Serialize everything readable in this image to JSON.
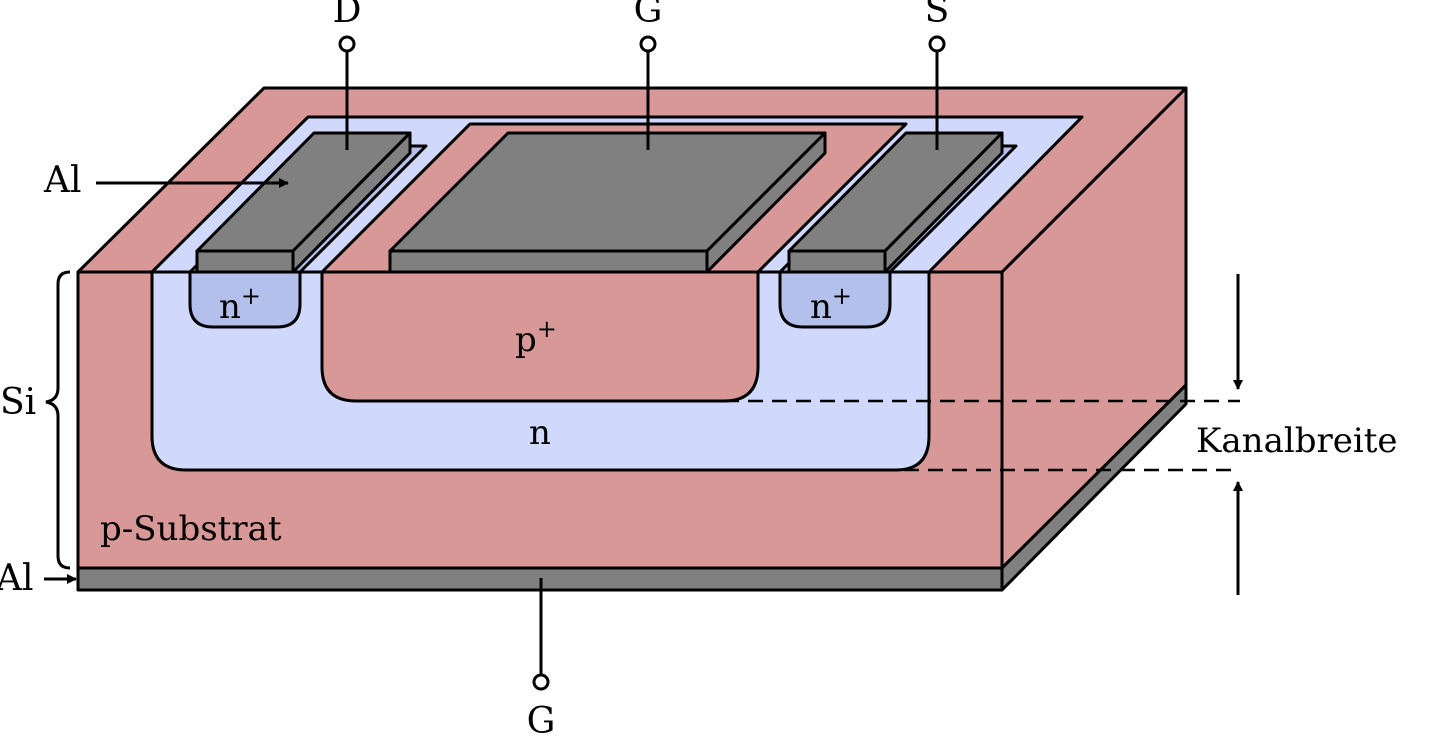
{
  "colors": {
    "substrate": "#d89898",
    "n_well": "#d0d8fc",
    "n_plus": "#b4c0ec",
    "p_plus": "#d89898",
    "metal": "#808080",
    "line": "#000000"
  },
  "terminals": {
    "drain": "D",
    "gate_top": "G",
    "source": "S",
    "gate_bottom": "G"
  },
  "regions": {
    "n_plus_left_base": "n",
    "n_plus_left_sup": "+",
    "n_plus_right_base": "n",
    "n_plus_right_sup": "+",
    "p_plus_base": "p",
    "p_plus_sup": "+",
    "n_well": "n",
    "substrate": "p-Substrat"
  },
  "annotations": {
    "aluminium_top": "Al",
    "silicon": "Si",
    "aluminium_bottom": "Al",
    "channel_width": "Kanalbreite"
  }
}
